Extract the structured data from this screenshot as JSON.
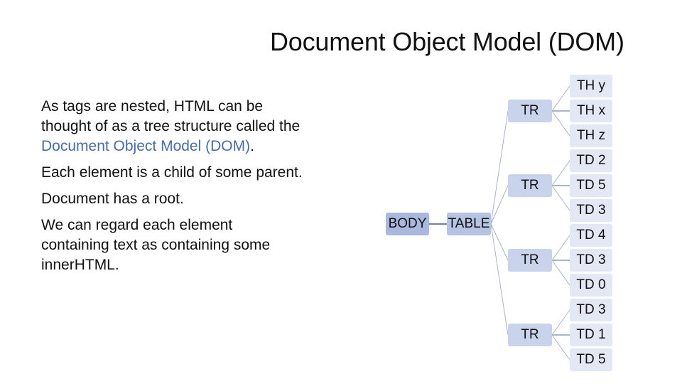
{
  "slide": {
    "title": "Document Object Model (DOM)",
    "paragraphs": [
      {
        "before": "As tags are nested, HTML can be thought of as a tree structure called the ",
        "link": "Document Object Model (DOM)",
        "after": "."
      },
      {
        "text": "Each element is a child of some parent."
      },
      {
        "text": "Document has a root."
      },
      {
        "text": "We can regard each element containing text as containing some innerHTML."
      }
    ]
  },
  "tree": {
    "root": "BODY",
    "table": "TABLE",
    "rows": [
      {
        "label": "TR",
        "cells": [
          "TH y",
          "TH x",
          "TH z"
        ]
      },
      {
        "label": "TR",
        "cells": [
          "TD 2",
          "TD 5",
          "TD 3"
        ]
      },
      {
        "label": "TR",
        "cells": [
          "TD 4",
          "TD 3",
          "TD 0"
        ]
      },
      {
        "label": "TR",
        "cells": [
          "TD 3",
          "TD 1",
          "TD 5"
        ]
      }
    ]
  },
  "colors": {
    "link": "#4a6da7",
    "body_node": "#a9b8dc",
    "table_node": "#b6c3e2",
    "tr_node": "#c9d3ec",
    "leaf_node": "#e3e8f4",
    "connector": "#a8b4cc"
  }
}
